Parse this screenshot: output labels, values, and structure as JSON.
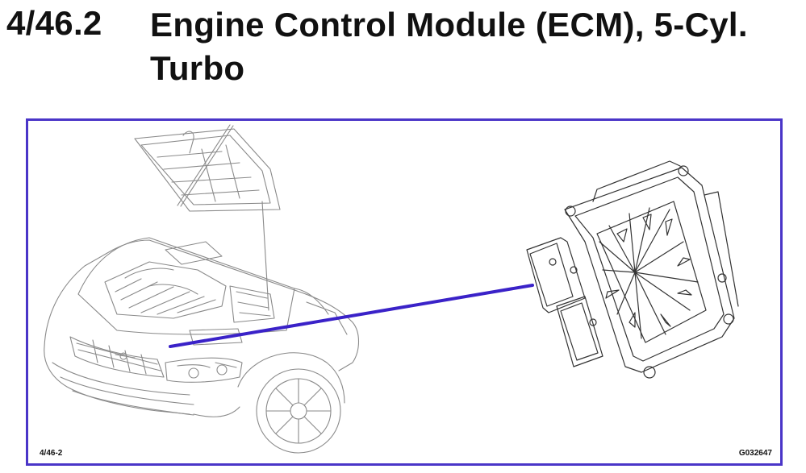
{
  "heading": {
    "section_number": "4/46.2",
    "title_line_1": "Engine Control Module (ECM), 5-Cyl.",
    "title_line_2": "Turbo"
  },
  "figure": {
    "code_left": "4/46-2",
    "code_right": "G032647",
    "frame_color": "#4a35c8",
    "leader_line_color": "#3a22c8",
    "illustration_subjects": [
      "car-front-hood-open",
      "engine-control-module"
    ]
  }
}
